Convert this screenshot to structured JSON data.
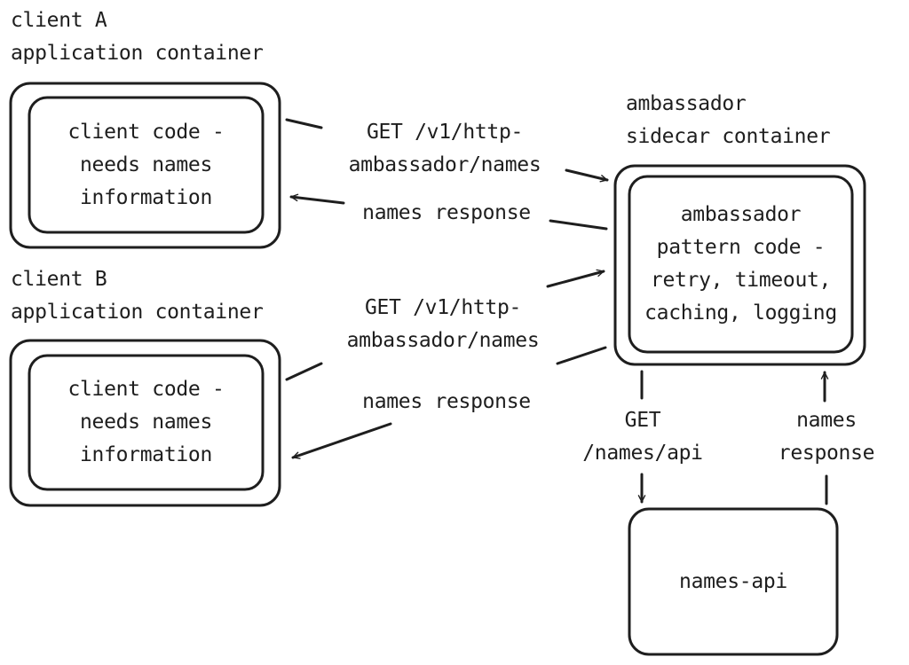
{
  "client_a": {
    "title_lines": [
      "client A",
      "application container"
    ],
    "code_lines": [
      "client code -",
      "needs names",
      "information"
    ]
  },
  "client_b": {
    "title_lines": [
      "client B",
      "application container"
    ],
    "code_lines": [
      "client code -",
      "needs names",
      "information"
    ]
  },
  "ambassador": {
    "title_lines": [
      "ambassador",
      "sidecar container"
    ],
    "code_lines": [
      "ambassador",
      "pattern code -",
      "retry, timeout,",
      "caching, logging"
    ]
  },
  "names_api": {
    "label": "names-api"
  },
  "edges": {
    "a_request": [
      "GET /v1/http-",
      "ambassador/names"
    ],
    "a_response": "names response",
    "b_request": [
      "GET /v1/http-",
      "ambassador/names"
    ],
    "b_response": "names response",
    "api_request": [
      "GET",
      "/names/api"
    ],
    "api_response": [
      "names",
      "response"
    ]
  },
  "colors": {
    "stroke": "#1e1e1e",
    "background": "#ffffff"
  }
}
